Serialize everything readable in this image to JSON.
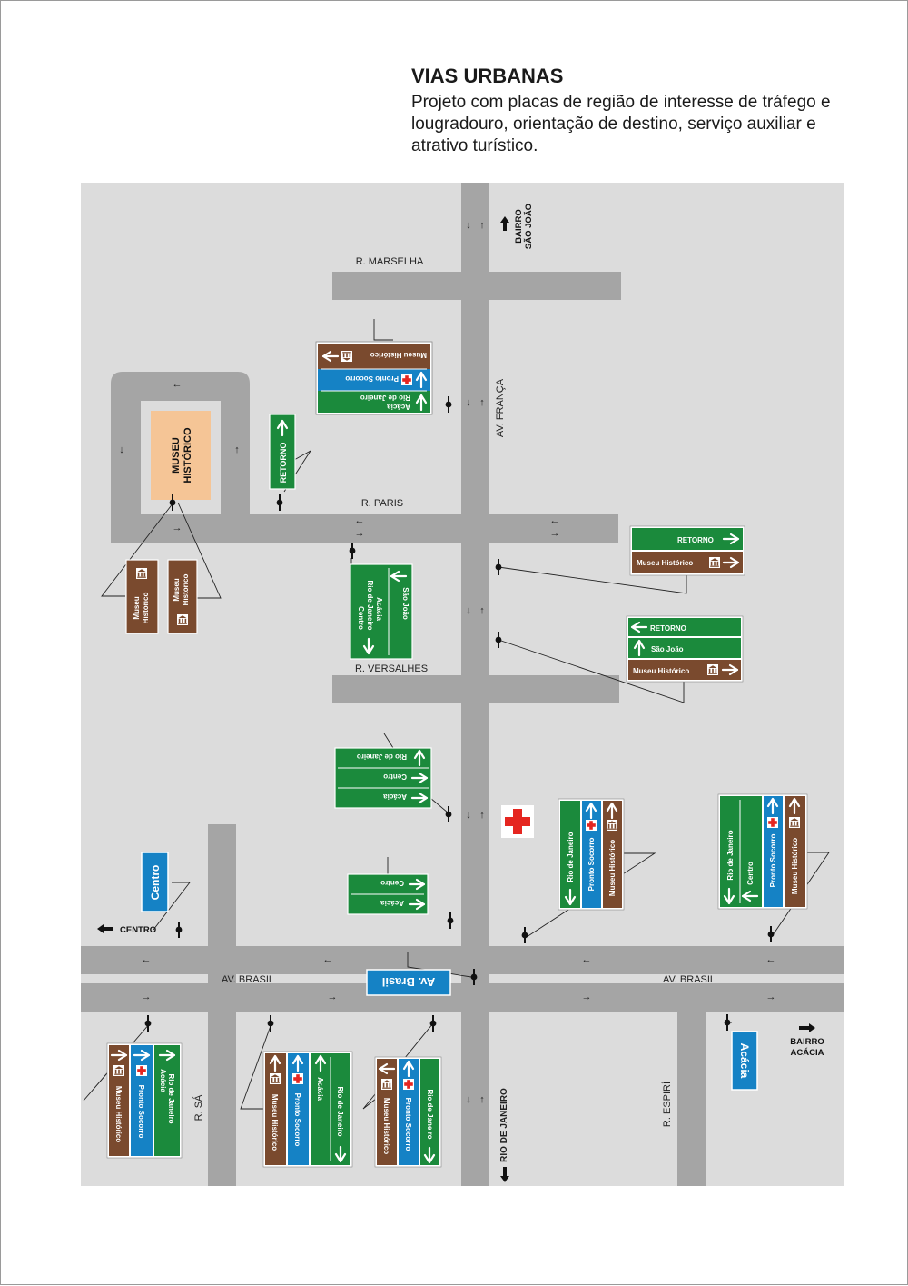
{
  "header": {
    "title": "VIAS URBANAS",
    "description": "Projeto com placas de região de interesse de tráfego e lougradouro, orientação de destino, serviço auxiliar e atrativo turístico."
  },
  "colors": {
    "background": "#dcdcdc",
    "road": "#a5a5a5",
    "green": "#1b8a3c",
    "blue": "#1582c5",
    "brown": "#7a4a2e",
    "museum": "#f5c596",
    "red_cross": "#e52620"
  },
  "streets": {
    "marselha": "R. MARSELHA",
    "paris": "R. PARIS",
    "versalhes": "R. VERSALHES",
    "brasil_left": "AV. BRASIL",
    "brasil_right": "AV. BRASIL",
    "franca": "AV. FRANÇA",
    "sa": "R. SÁ",
    "espiri": "R. ESPIRÍ",
    "rio": "RIO DE JANEIRO"
  },
  "regions": {
    "sao_joao_1": "BAIRRO",
    "sao_joao_2": "SÃO JOÃO",
    "acacia_1": "BAIRRO",
    "acacia_2": "ACÁCIA",
    "centro": "CENTRO"
  },
  "museum": {
    "line1": "MUSEU",
    "line2": "HISTÓRICO"
  },
  "labels": {
    "museu_historico": "Museu Histórico",
    "museu": "Museu",
    "historico": "Histórico",
    "pronto_socorro": "Pronto Socorro",
    "acacia": "Acácia",
    "rio_de_janeiro": "Rio de Janeiro",
    "rio": "Rio de",
    "janeiro": "Janeiro",
    "centro": "Centro",
    "sao_joao": "São João",
    "retorno": "RETORNO",
    "av_brasil": "Av. Brasil"
  }
}
